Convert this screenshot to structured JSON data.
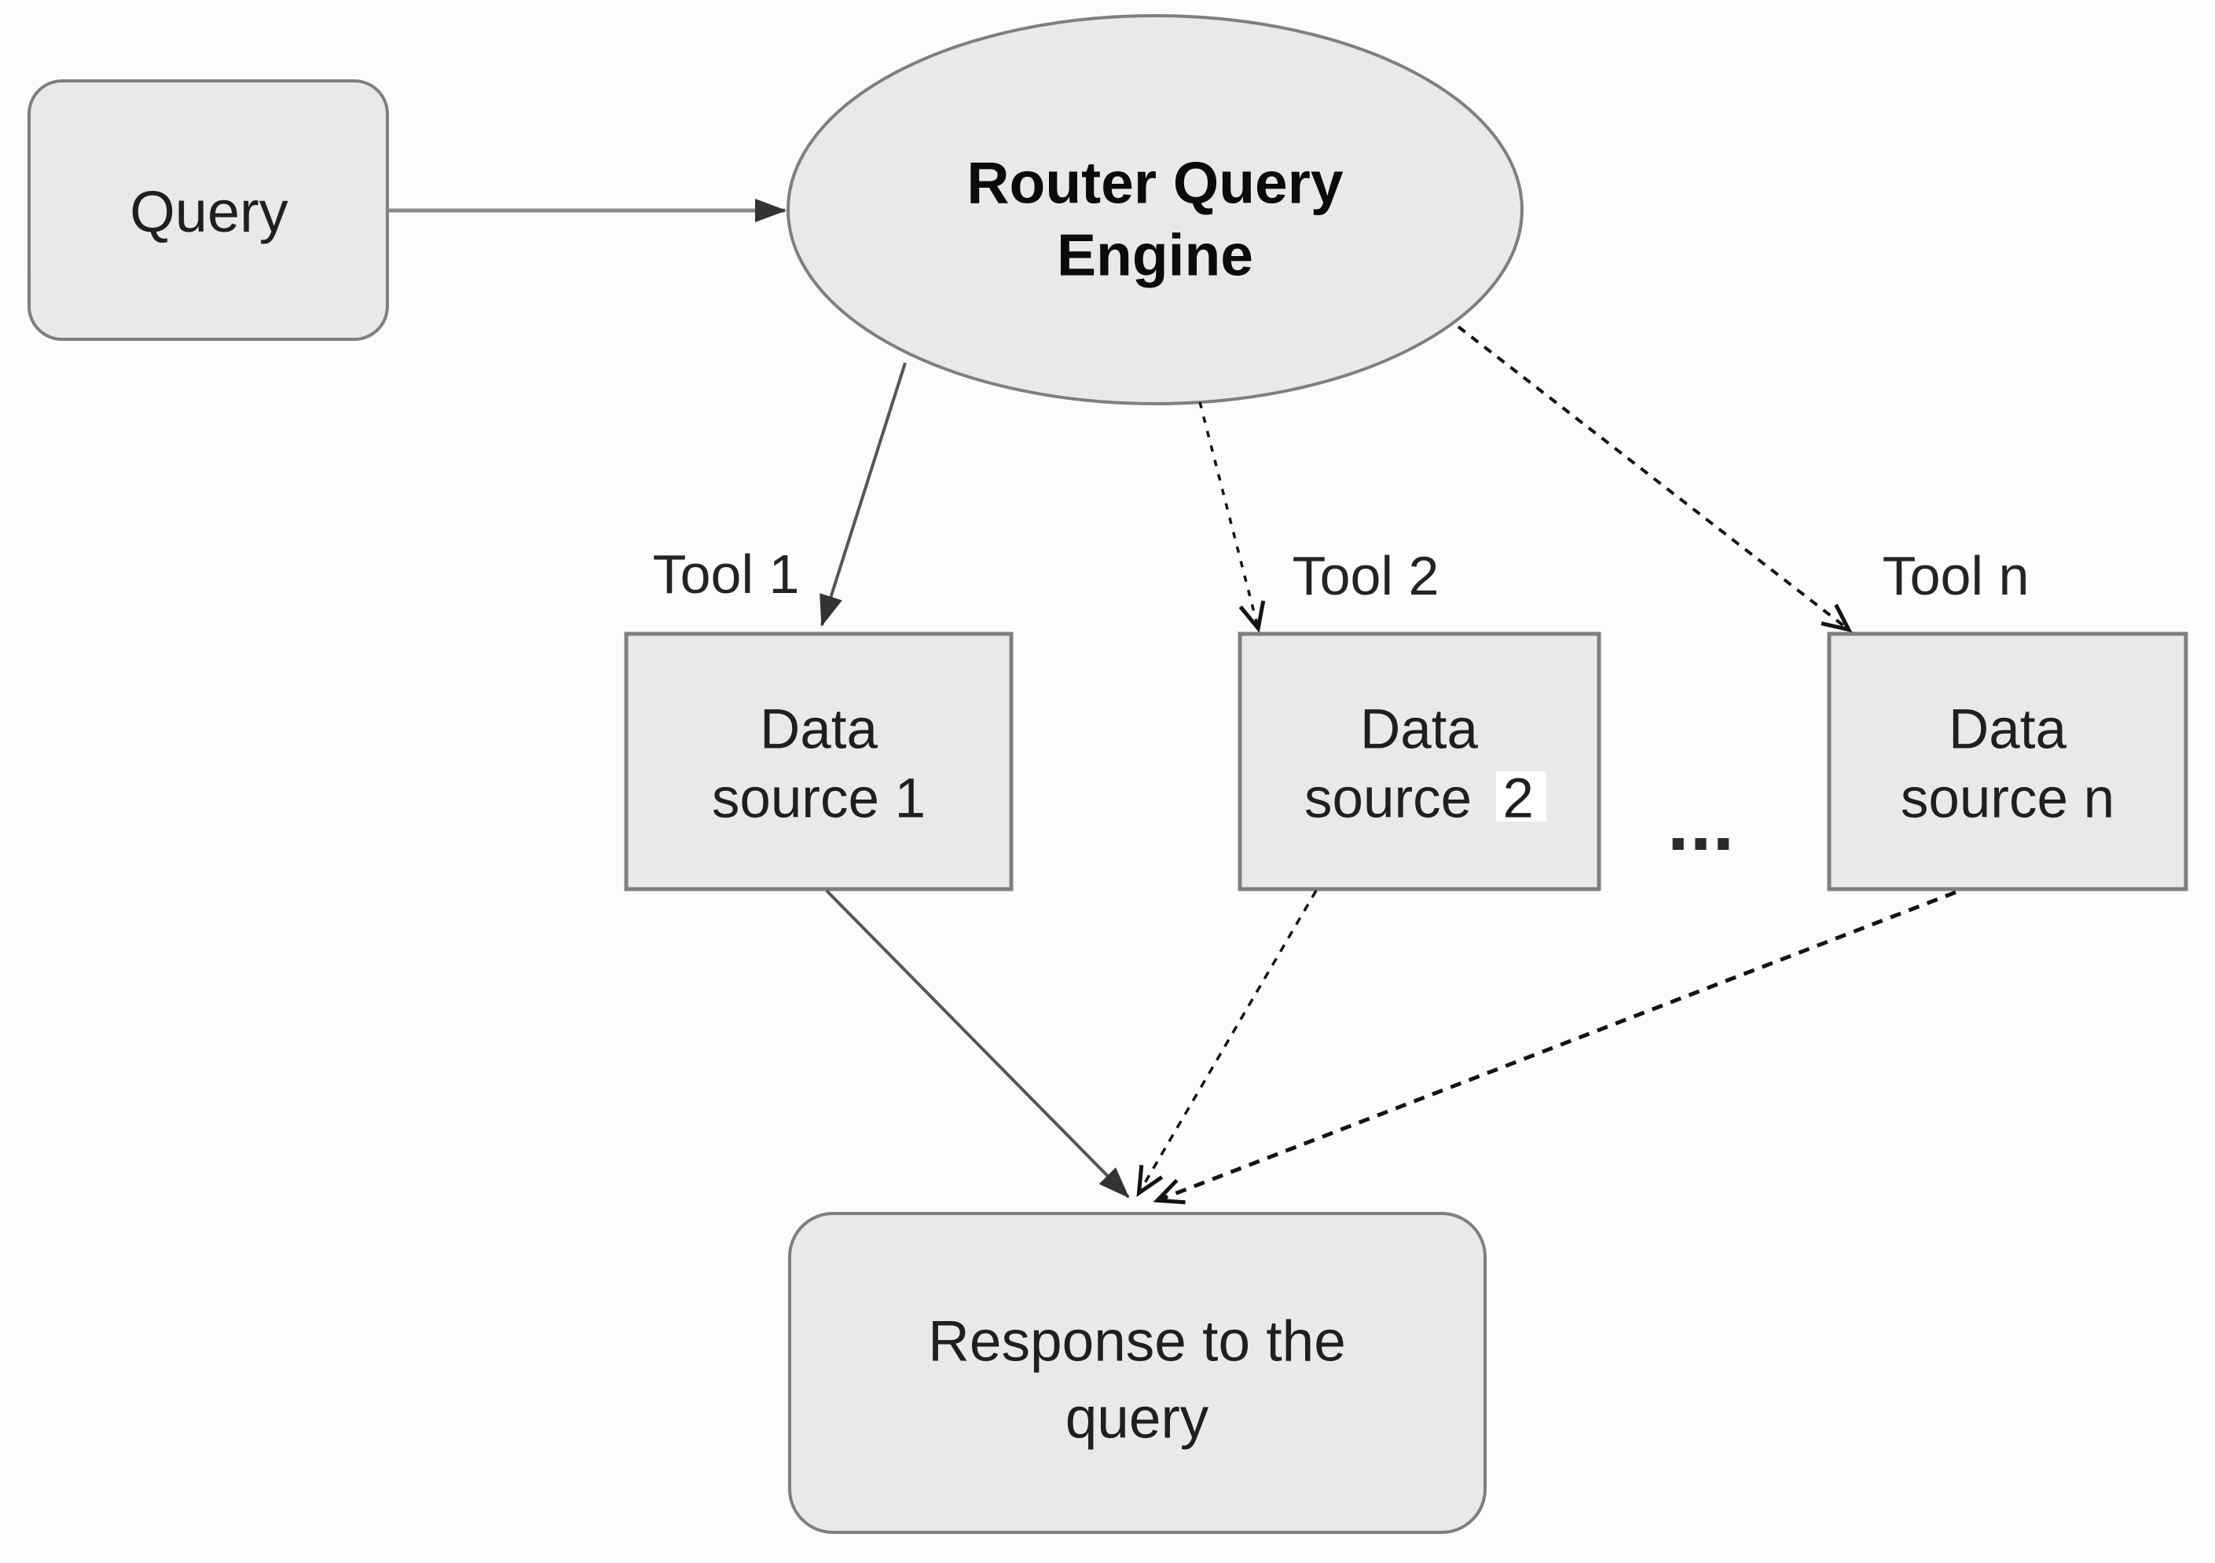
{
  "diagram": {
    "nodes": {
      "query": {
        "label": "Query"
      },
      "router": {
        "line1": "Router Query",
        "line2": "Engine"
      },
      "response": {
        "line1": "Response to the",
        "line2": "query"
      }
    },
    "tools": [
      {
        "label": "Tool 1"
      },
      {
        "label": "Tool 2"
      },
      {
        "label": "Tool n"
      }
    ],
    "data_sources": [
      {
        "line1": "Data",
        "line2": "source 1"
      },
      {
        "line1": "Data",
        "line2": "source  2"
      },
      {
        "line1": "Data",
        "line2": "source n"
      }
    ],
    "ellipsis": "...",
    "colors": {
      "background": "#fcfcfc",
      "node_fill": "#e9e9e9",
      "node_border": "#7f7f7f",
      "arrow_gray": "#8a8a8a",
      "arrow_solid": "#565656",
      "arrowhead_fill": "#333333",
      "arrow_dashed": "#141414",
      "label_text": "#1f1f1f",
      "title_text": "#0b0b0b",
      "highlight_patch": "#ffffff"
    }
  }
}
